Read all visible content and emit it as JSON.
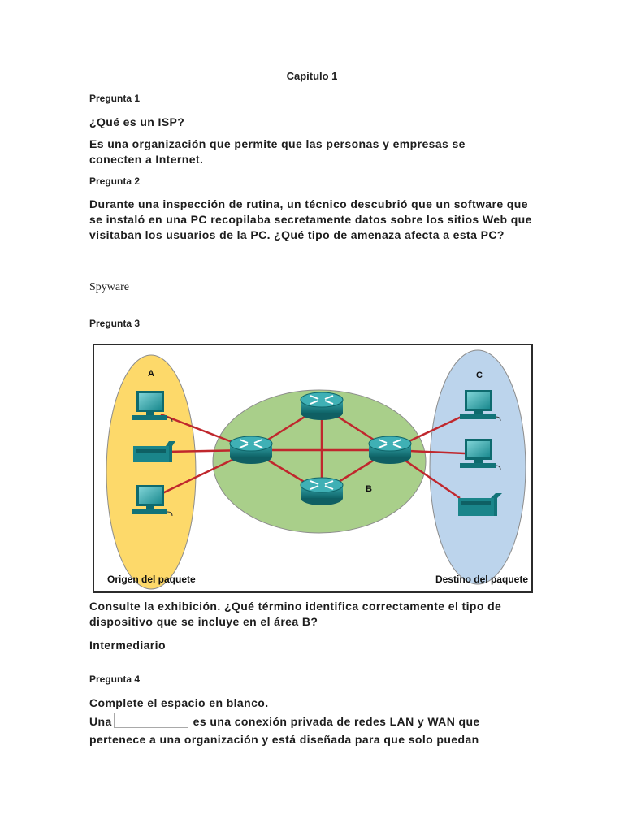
{
  "document": {
    "chapter_title": "Capitulo 1",
    "questions": [
      {
        "label": "Pregunta 1",
        "text": "¿Qué es un ISP?",
        "answer": "Es una organización que permite que las personas y empresas se conecten a Internet."
      },
      {
        "label": "Pregunta 2",
        "text": "Durante una inspección de rutina, un técnico descubrió que un software que se instaló en una PC recopilaba secretamente datos sobre los sitios Web que visitaban los usuarios de la PC. ¿Qué tipo de amenaza afecta a esta PC?",
        "answer": "Spyware"
      },
      {
        "label": "Pregunta 3",
        "figure": {
          "area_a": "A",
          "area_b": "B",
          "area_c": "C",
          "caption_left": "Origen del paquete",
          "caption_right": "Destino del paquete",
          "colors": {
            "origin_fill": "#fdd96a",
            "core_fill": "#a9cf8a",
            "destination_fill": "#bcd4ec",
            "link": "#c0272d",
            "device": "#1d8a8f"
          }
        },
        "text": "Consulte la exhibición. ¿Qué término identifica correctamente el tipo de dispositivo que se incluye en el área B?",
        "answer": "Intermediario"
      },
      {
        "label": "Pregunta 4",
        "instruction": "Complete el espacio en blanco.",
        "text_before_blank": "Una",
        "text_after_blank": "es una conexión privada de redes LAN y WAN que",
        "text_line2": "pertenece a una organización y está diseñada para que solo puedan"
      }
    ]
  }
}
